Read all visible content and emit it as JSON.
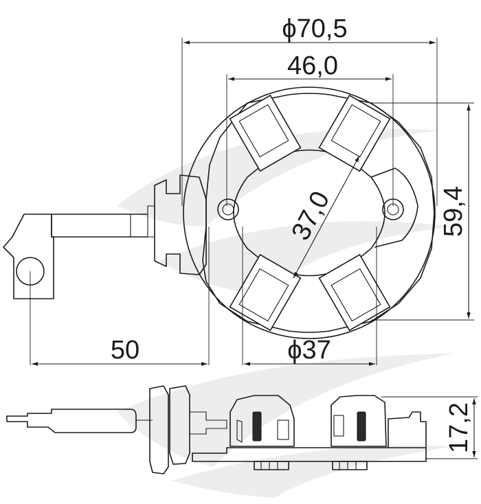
{
  "dimensions": {
    "outer_diameter": "ϕ70,5",
    "width_46": "46,0",
    "height_59": "59,4",
    "diagonal_37": "37,0",
    "inner_diameter": "ϕ37",
    "lead_length": "50",
    "side_height": "17,2"
  },
  "colors": {
    "line": "#1a1a1a",
    "watermark": "#ededed",
    "background": "#ffffff"
  }
}
